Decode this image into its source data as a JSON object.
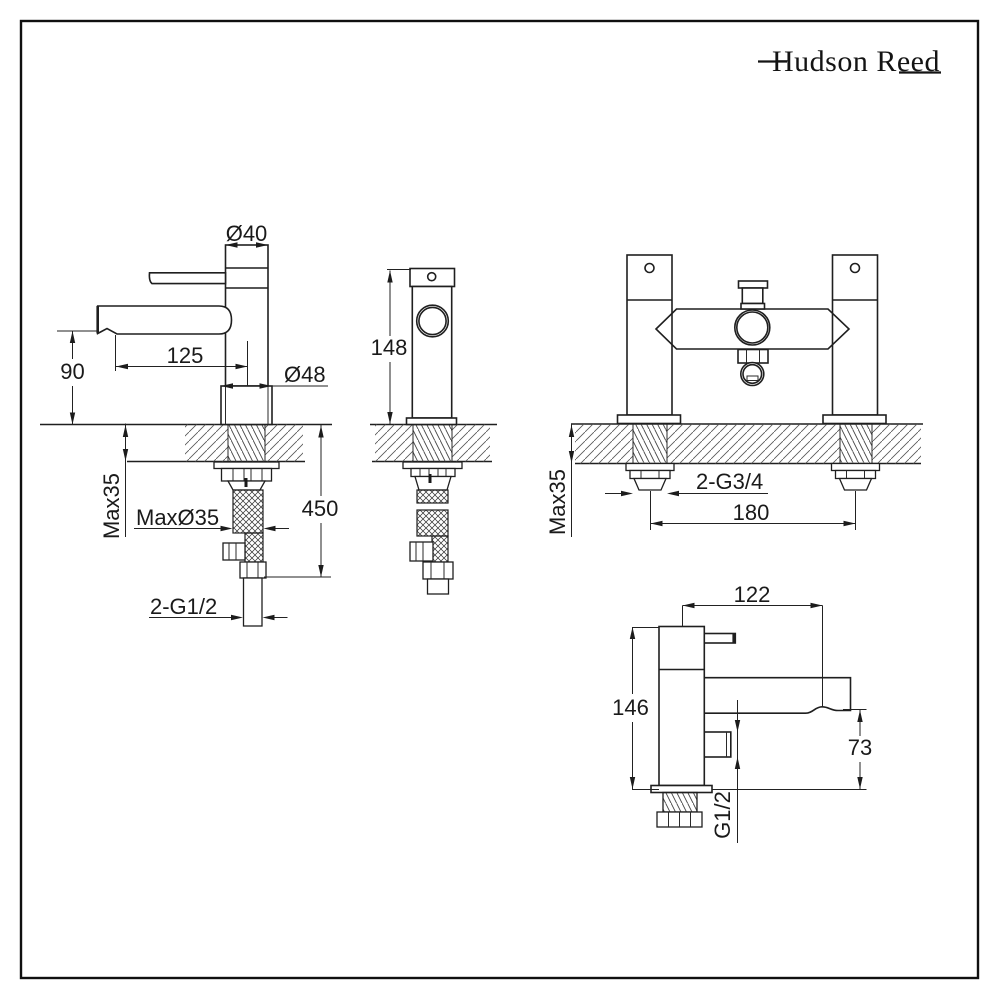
{
  "brand": {
    "logo_text": "Hudson Reed"
  },
  "drawing": {
    "basin_side": {
      "dia_top": "Ø40",
      "spout_reach": "125",
      "spout_height": "90",
      "dia_base": "Ø48",
      "max_deck_thickness": "Max35",
      "max_hole_dia": "MaxØ35",
      "hose_length": "450",
      "inlet_thread": "2-G1/2"
    },
    "basin_front": {
      "body_height": "148"
    },
    "bath_front": {
      "max_deck_thickness": "Max35",
      "inlet_thread": "2-G3/4",
      "inlet_centres": "180"
    },
    "bath_side": {
      "spout_reach": "122",
      "body_height": "146",
      "outlet_height": "73",
      "outlet_thread": "G1/2"
    }
  }
}
